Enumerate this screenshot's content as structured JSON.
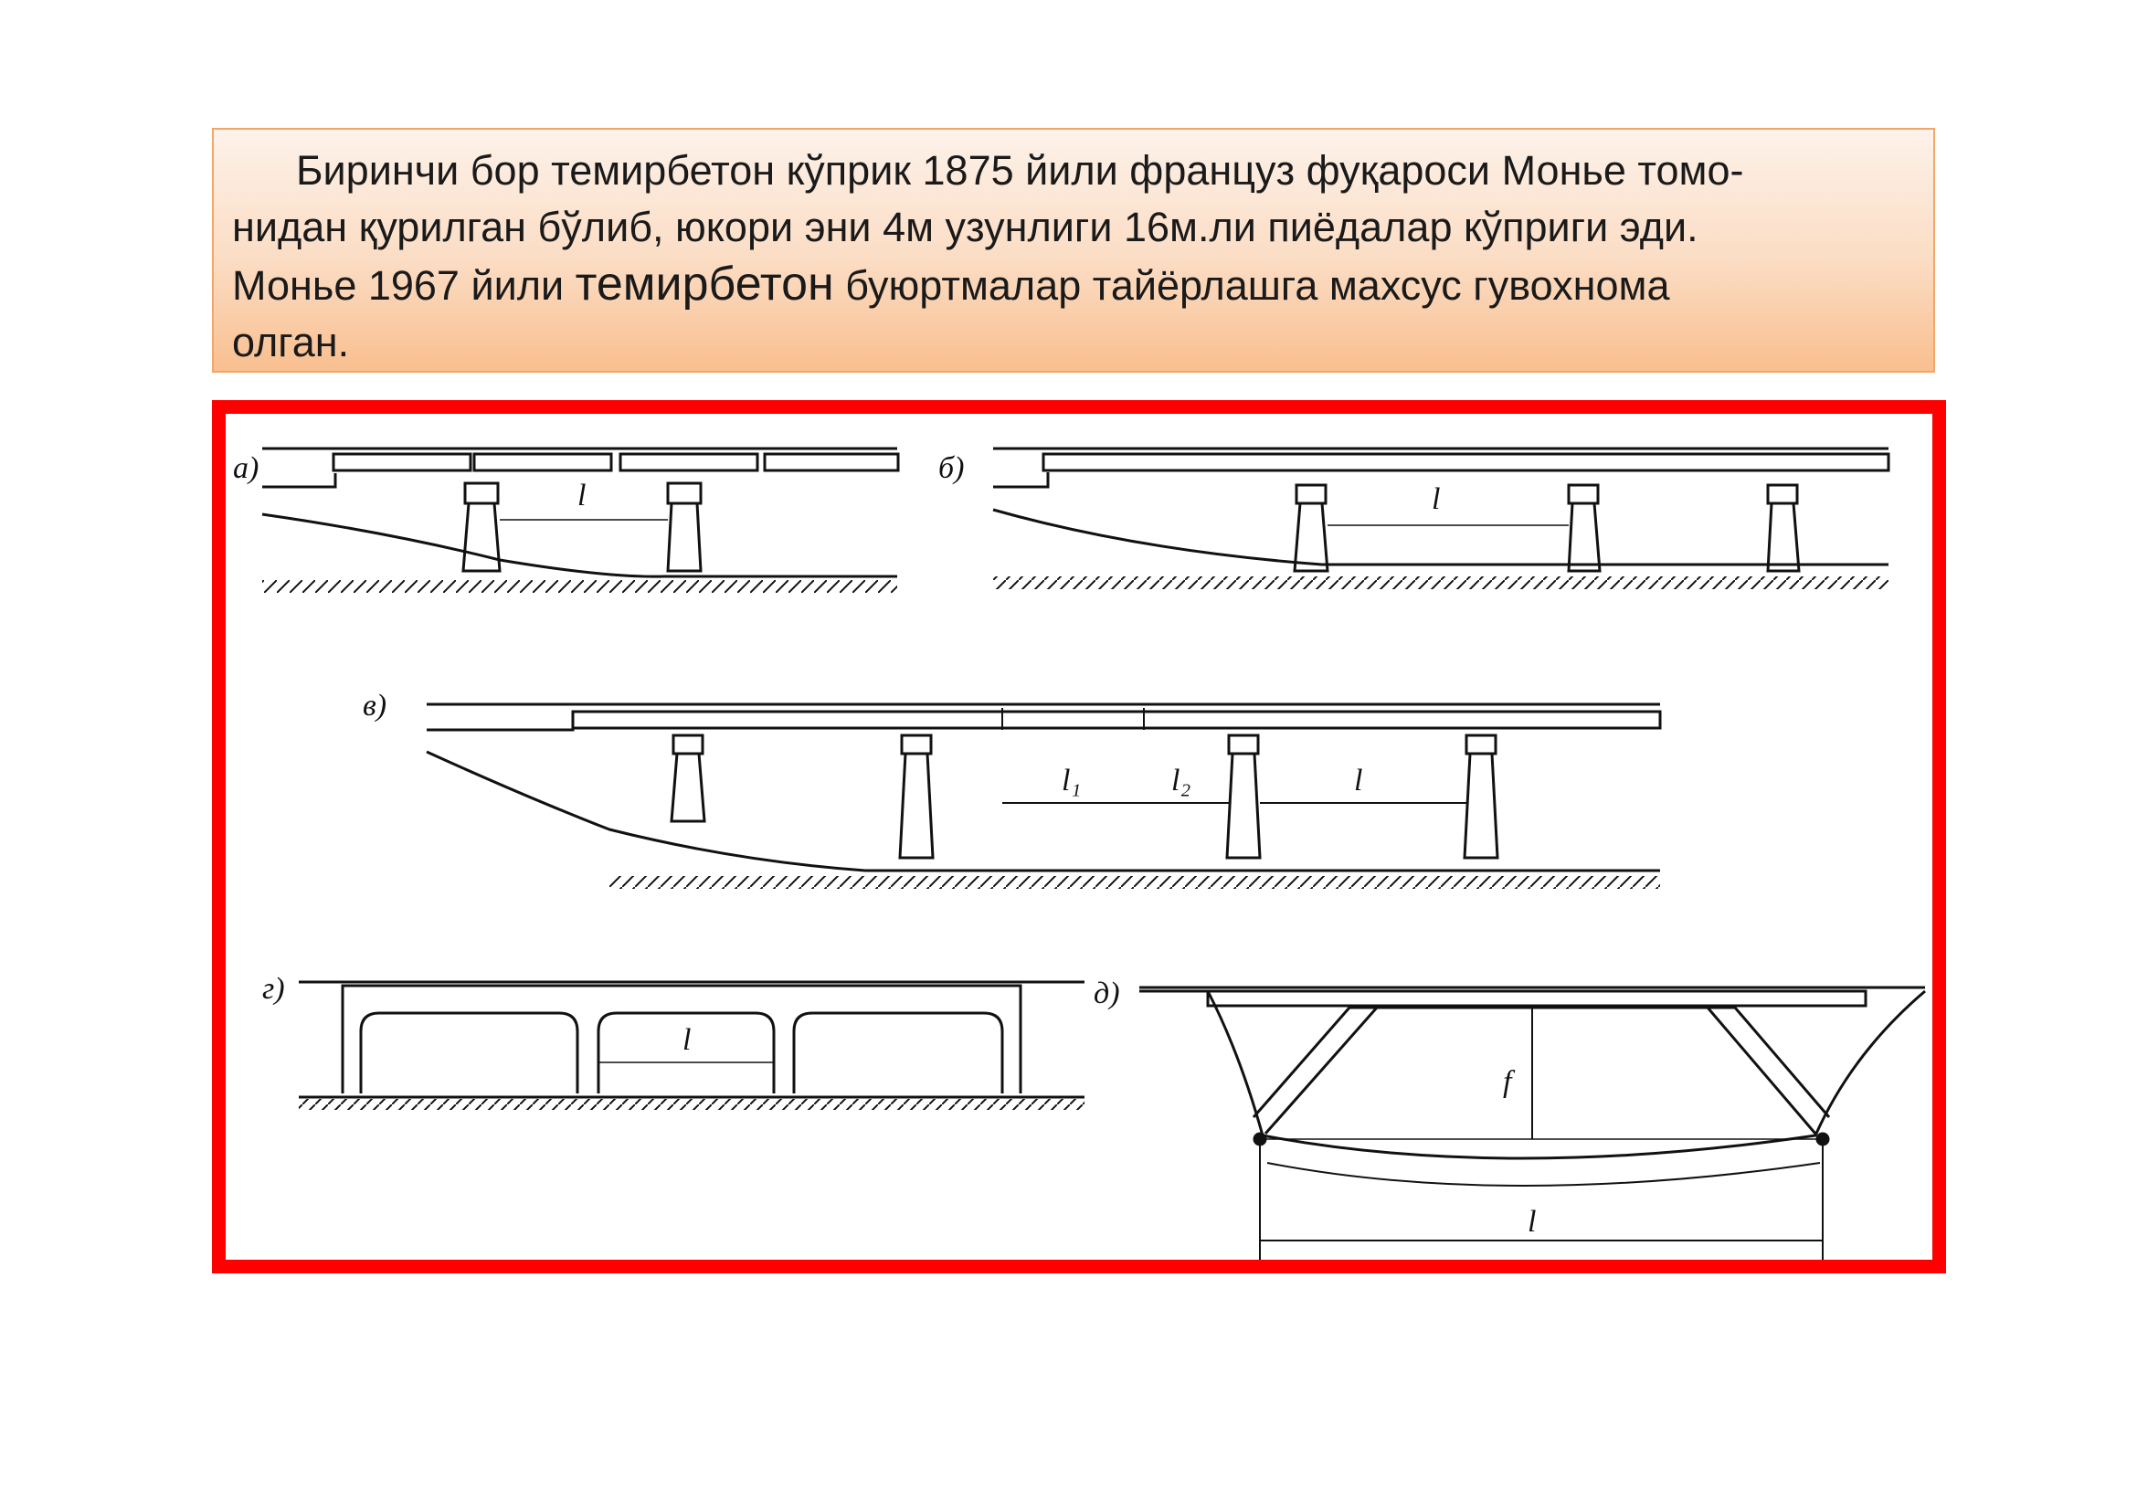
{
  "text_block": {
    "line1": "Биринчи бор темирбетон кўприк 1875 йили француз фуқароси Монье томо-",
    "line2": "нидан қурилган  бўлиб, юкори эни 4м узунлиги 16м.ли пиёдалар кўприги эди.",
    "line3_start": "Монье 1967 йили ",
    "line3_big": "темирбетон",
    "line3_end": " буюртмалар тайёрлашга махсус гувохнома",
    "line4": "олган."
  },
  "figure": {
    "panel_a_label": "а)",
    "panel_b_label": "б)",
    "panel_v_label": "в)",
    "panel_g_label": "г)",
    "panel_d_label": "д)",
    "span_l": "l",
    "span_l1": "l₁",
    "span_l2": "l₂",
    "height_f": "f",
    "colors": {
      "frame": "#ff0000",
      "ink": "#111111",
      "box_border": "#f2a66a",
      "box_fill_top": "#fdf2ea",
      "box_fill_bottom": "#f9bf8f"
    }
  }
}
